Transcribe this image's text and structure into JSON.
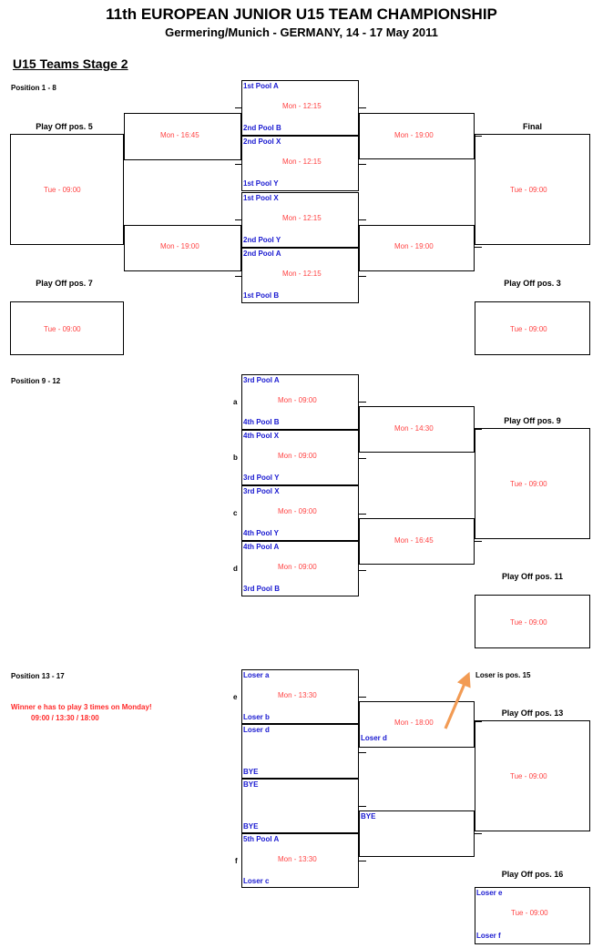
{
  "header": {
    "title": "11th EUROPEAN JUNIOR U15 TEAM CHAMPIONSHIP",
    "subtitle": "Germering/Munich - GERMANY, 14 - 17 May 2011",
    "stage": "U15 Teams Stage 2"
  },
  "colors": {
    "team_text": "#1818d0",
    "time_text": "#ff4444",
    "note_text": "#ff2a2a",
    "line": "#000000",
    "arrow": "#f29b54"
  },
  "sections": {
    "top": {
      "label": "Position 1 - 8",
      "quarterfinals": [
        {
          "top_team": "1st Pool A",
          "bottom_team": "2nd Pool B",
          "time": "Mon - 12:15"
        },
        {
          "top_team": "2nd Pool X",
          "bottom_team": "1st Pool Y",
          "time": "Mon - 12:15"
        },
        {
          "top_team": "1st Pool X",
          "bottom_team": "2nd Pool Y",
          "time": "Mon - 12:15"
        },
        {
          "top_team": "2nd Pool A",
          "bottom_team": "1st Pool B",
          "time": "Mon - 12:15"
        }
      ],
      "semifinals_right": [
        {
          "time": "Mon - 19:00"
        },
        {
          "time": "Mon - 19:00"
        }
      ],
      "final": {
        "label": "Final",
        "time": "Tue - 09:00"
      },
      "losers_left": [
        {
          "time": "Mon - 16:45"
        },
        {
          "time": "Mon - 19:00"
        }
      ],
      "playoff5": {
        "label": "Play Off pos. 5",
        "time": "Tue - 09:00"
      },
      "playoff7": {
        "label": "Play Off pos. 7",
        "time": "Tue - 09:00"
      },
      "playoff3": {
        "label": "Play Off pos. 3",
        "time": "Tue - 09:00"
      }
    },
    "middle": {
      "label": "Position 9 - 12",
      "matches": [
        {
          "slot": "a",
          "top_team": "3rd Pool A",
          "bottom_team": "4th Pool B",
          "time": "Mon - 09:00"
        },
        {
          "slot": "b",
          "top_team": "4th Pool X",
          "bottom_team": "3rd Pool Y",
          "time": "Mon - 09:00"
        },
        {
          "slot": "c",
          "top_team": "3rd Pool X",
          "bottom_team": "4th Pool Y",
          "time": "Mon - 09:00"
        },
        {
          "slot": "d",
          "top_team": "4th Pool A",
          "bottom_team": "3rd Pool B",
          "time": "Mon - 09:00"
        }
      ],
      "semis": [
        {
          "time": "Mon - 14:30"
        },
        {
          "time": "Mon - 16:45"
        }
      ],
      "playoff9": {
        "label": "Play Off pos. 9",
        "time": "Tue - 09:00"
      },
      "playoff11": {
        "label": "Play Off pos. 11",
        "time": "Tue - 09:00"
      }
    },
    "bottom": {
      "label": "Position 13 - 17",
      "note_line1": "Winner e has to play 3 times on Monday!",
      "note_line2": "09:00 / 13:30 / 18:00",
      "matches": [
        {
          "slot": "e",
          "top_team": "Loser a",
          "bottom_team": "Loser b",
          "time": "Mon - 13:30"
        },
        {
          "slot": "",
          "top_team": "Loser d",
          "bottom_team": "BYE",
          "time": ""
        },
        {
          "slot": "",
          "top_team": "BYE",
          "bottom_team": "BYE",
          "time": ""
        },
        {
          "slot": "f",
          "top_team": "5th Pool A",
          "bottom_team": "Loser c",
          "time": "Mon - 13:30"
        }
      ],
      "semis": [
        {
          "team": "Loser d",
          "time": "Mon - 18:00"
        },
        {
          "team": "BYE",
          "time": ""
        }
      ],
      "arrow_note": "Loser is pos. 15",
      "playoff13": {
        "label": "Play Off pos. 13",
        "time": "Tue - 09:00"
      },
      "playoff16": {
        "label": "Play Off pos. 16",
        "top_team": "Loser e",
        "bottom_team": "Loser f",
        "time": "Tue - 09:00"
      }
    }
  }
}
